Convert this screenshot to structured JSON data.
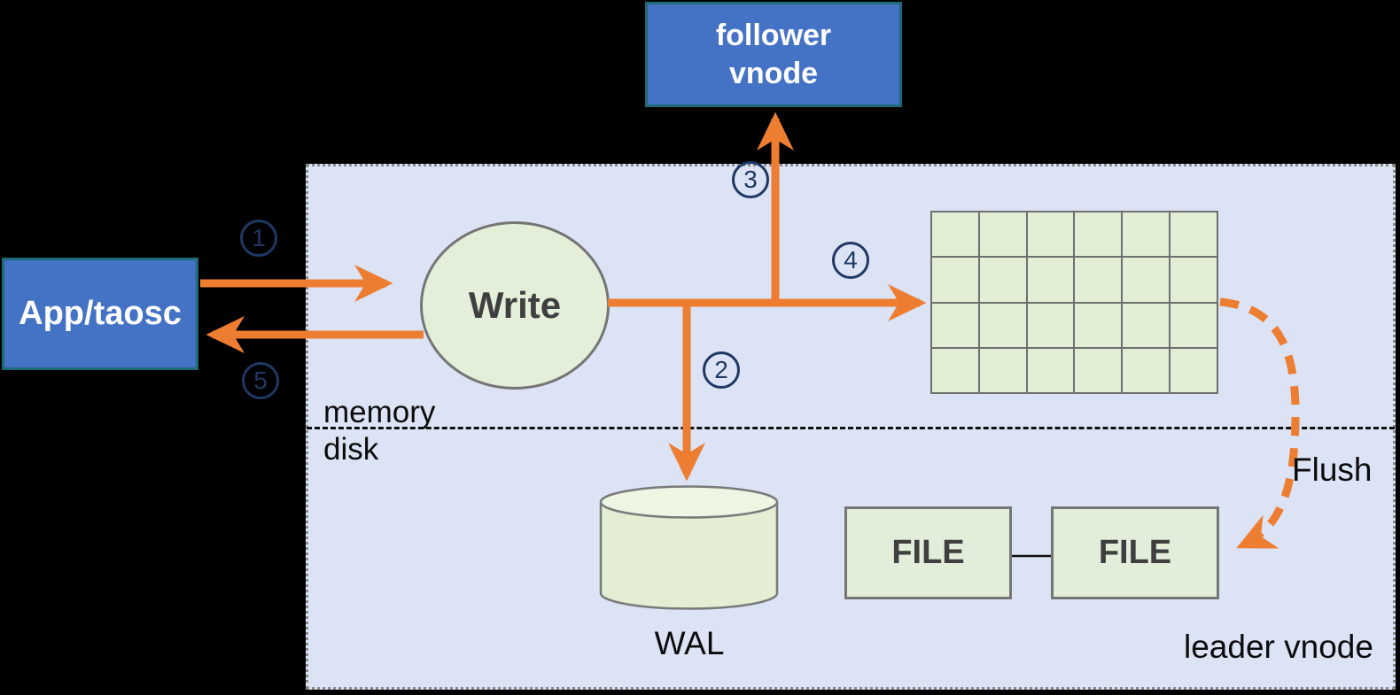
{
  "nodes": {
    "app": {
      "label": "App/taosc"
    },
    "follower_vnode": {
      "line1": "follower",
      "line2": "vnode"
    },
    "write": {
      "label": "Write"
    },
    "wal": {
      "label": "WAL"
    },
    "file_left": {
      "label": "FILE"
    },
    "file_right": {
      "label": "FILE"
    }
  },
  "labels": {
    "memory": "memory",
    "disk": "disk",
    "flush": "Flush",
    "leader_vnode": "leader vnode"
  },
  "steps": [
    {
      "n": "1"
    },
    {
      "n": "2"
    },
    {
      "n": "3"
    },
    {
      "n": "4"
    },
    {
      "n": "5"
    }
  ],
  "memtable": {
    "rows": 4,
    "cols": 6
  },
  "colors": {
    "background": "#000000",
    "panel_fill": "#dce3f5",
    "node_blue_fill": "#4472c4",
    "node_blue_border": "#1d6a78",
    "node_green_fill": "#e3eed6",
    "shape_border_gray": "#757575",
    "arrow_orange": "#ed7d31",
    "step_number_navy": "#1f3864",
    "node_text_gray": "#3f3f3f"
  }
}
